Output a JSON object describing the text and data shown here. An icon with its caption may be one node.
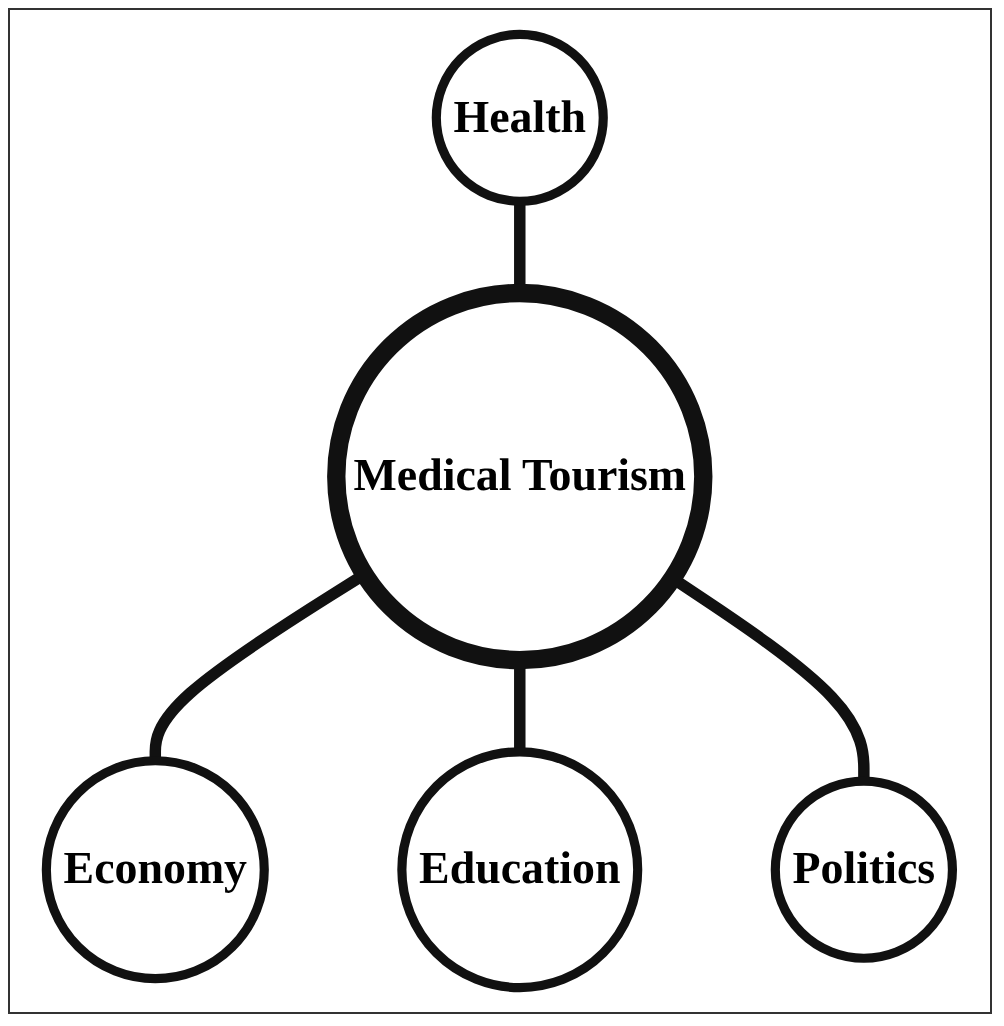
{
  "diagram": {
    "nodes": [
      {
        "text": [
          "Economy"
        ]
      },
      {
        "text": [
          "Health"
        ]
      },
      {
        "text": [
          "Medical Tourism"
        ]
      },
      {
        "text": [
          "Education"
        ]
      },
      {
        "text": [
          "Politics"
        ]
      }
    ],
    "edges": [
      {
        "from": 2,
        "to": 0,
        "arrow": "none"
      },
      {
        "from": 1,
        "to": 2,
        "arrow": "none"
      },
      {
        "from": 2,
        "to": 3,
        "arrow": "none"
      },
      {
        "from": 2,
        "to": 4,
        "arrow": "none"
      }
    ]
  }
}
